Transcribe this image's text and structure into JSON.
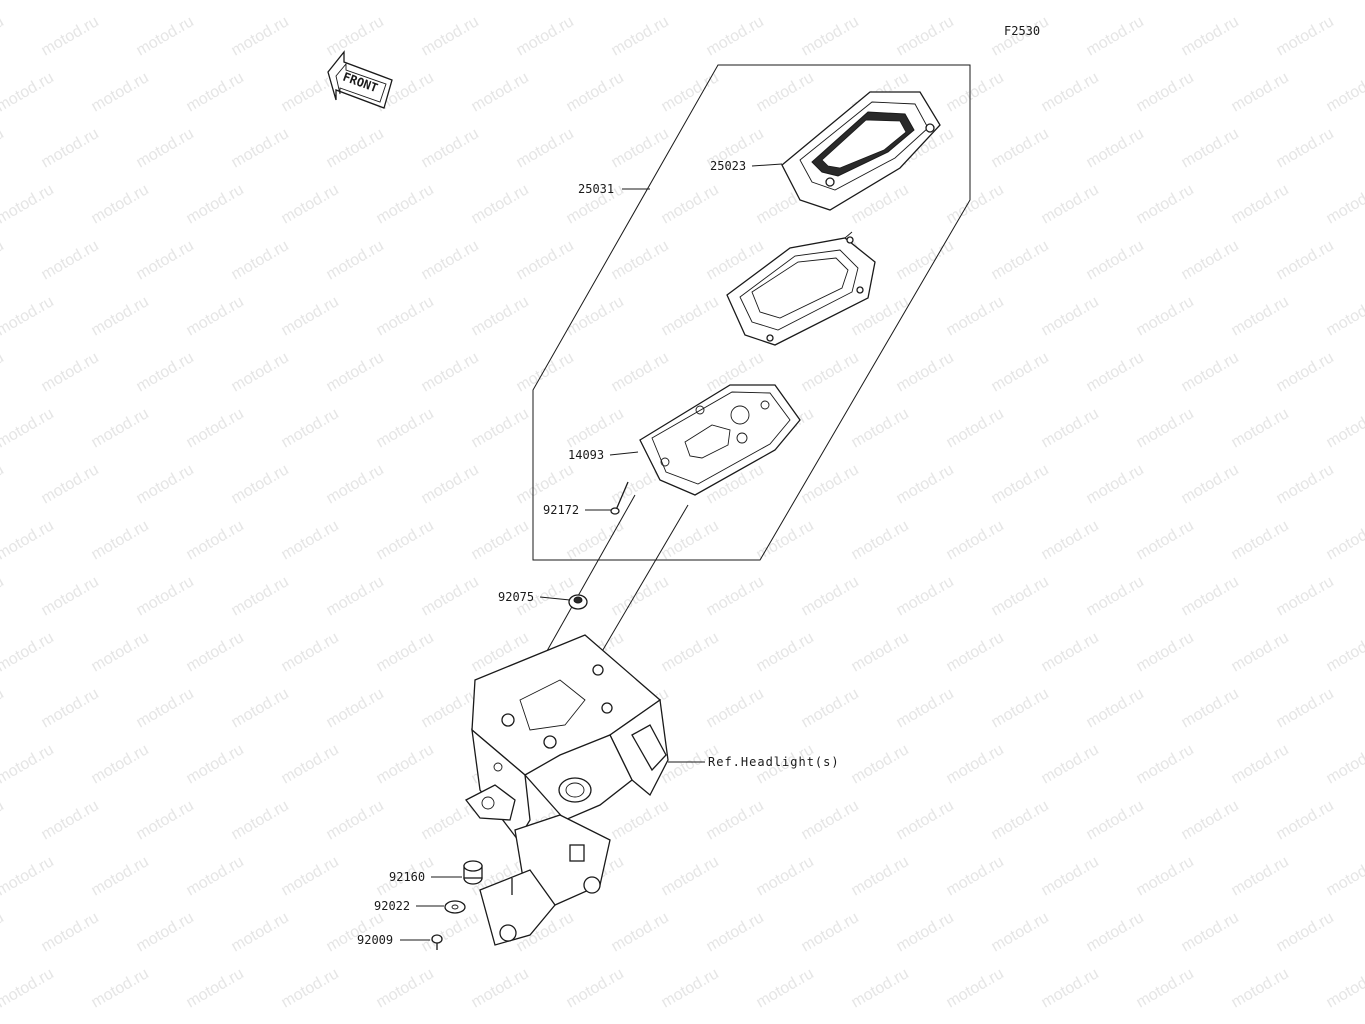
{
  "figure_code": "F2530",
  "front_label": "FRONT",
  "watermark": "motod.ru",
  "callouts": {
    "c25031": "25031",
    "c25023": "25023",
    "c14093": "14093",
    "c92172": "92172",
    "c92075": "92075",
    "c92160": "92160",
    "c92022": "92022",
    "c92009": "92009",
    "ref_headlight": "Ref.Headlight(s)"
  },
  "colors": {
    "line": "#1a1a1a",
    "watermark": "#cfcfcf",
    "background": "#ffffff"
  }
}
